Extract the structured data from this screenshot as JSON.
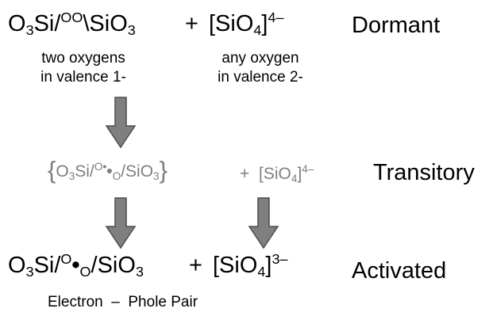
{
  "colors": {
    "text": "#000000",
    "transitory_text": "#7f7f7f",
    "arrow_fill": "#7f7f7f",
    "arrow_stroke": "#4d4d4d",
    "background": "#ffffff"
  },
  "rows": {
    "dormant": {
      "reactant_a": {
        "lhs": "O",
        "lhs_sub": "3",
        "si": "Si/",
        "bridge": "OO",
        "rhs": "\\SiO",
        "rhs_sub": "3"
      },
      "plus": "+",
      "reactant_b": {
        "open": "[SiO",
        "sub": "4",
        "close": "]",
        "charge": "4–"
      },
      "label": "Dormant"
    },
    "transitory": {
      "brace_open": "{",
      "lhs": "O",
      "lhs_sub": "3",
      "si": "Si/",
      "o_sup": "O",
      "dot_sup": "•",
      "dot": "•",
      "o_sub": "O",
      "rhs": "/SiO",
      "rhs_sub": "3",
      "brace_close": "}",
      "plus": "+",
      "reactant_b": {
        "open": "[SiO",
        "sub": "4",
        "close": "]",
        "charge": "4–"
      },
      "label": "Transitory"
    },
    "activated": {
      "lhs": "O",
      "lhs_sub": "3",
      "si": "Si/",
      "o_sup": "O",
      "dot": "•",
      "o_sub": "O",
      "rhs": "/SiO",
      "rhs_sub": "3",
      "plus": "+",
      "reactant_b": {
        "open": "[SiO",
        "sub": "4",
        "close": "]",
        "charge": "3–"
      },
      "label": "Activated"
    }
  },
  "notes": {
    "left_line1": "two oxygens",
    "left_line2": "in valence 1-",
    "right_line1": "any oxygen",
    "right_line2": "in valence 2-"
  },
  "caption": "Electron  –  Phole Pair"
}
